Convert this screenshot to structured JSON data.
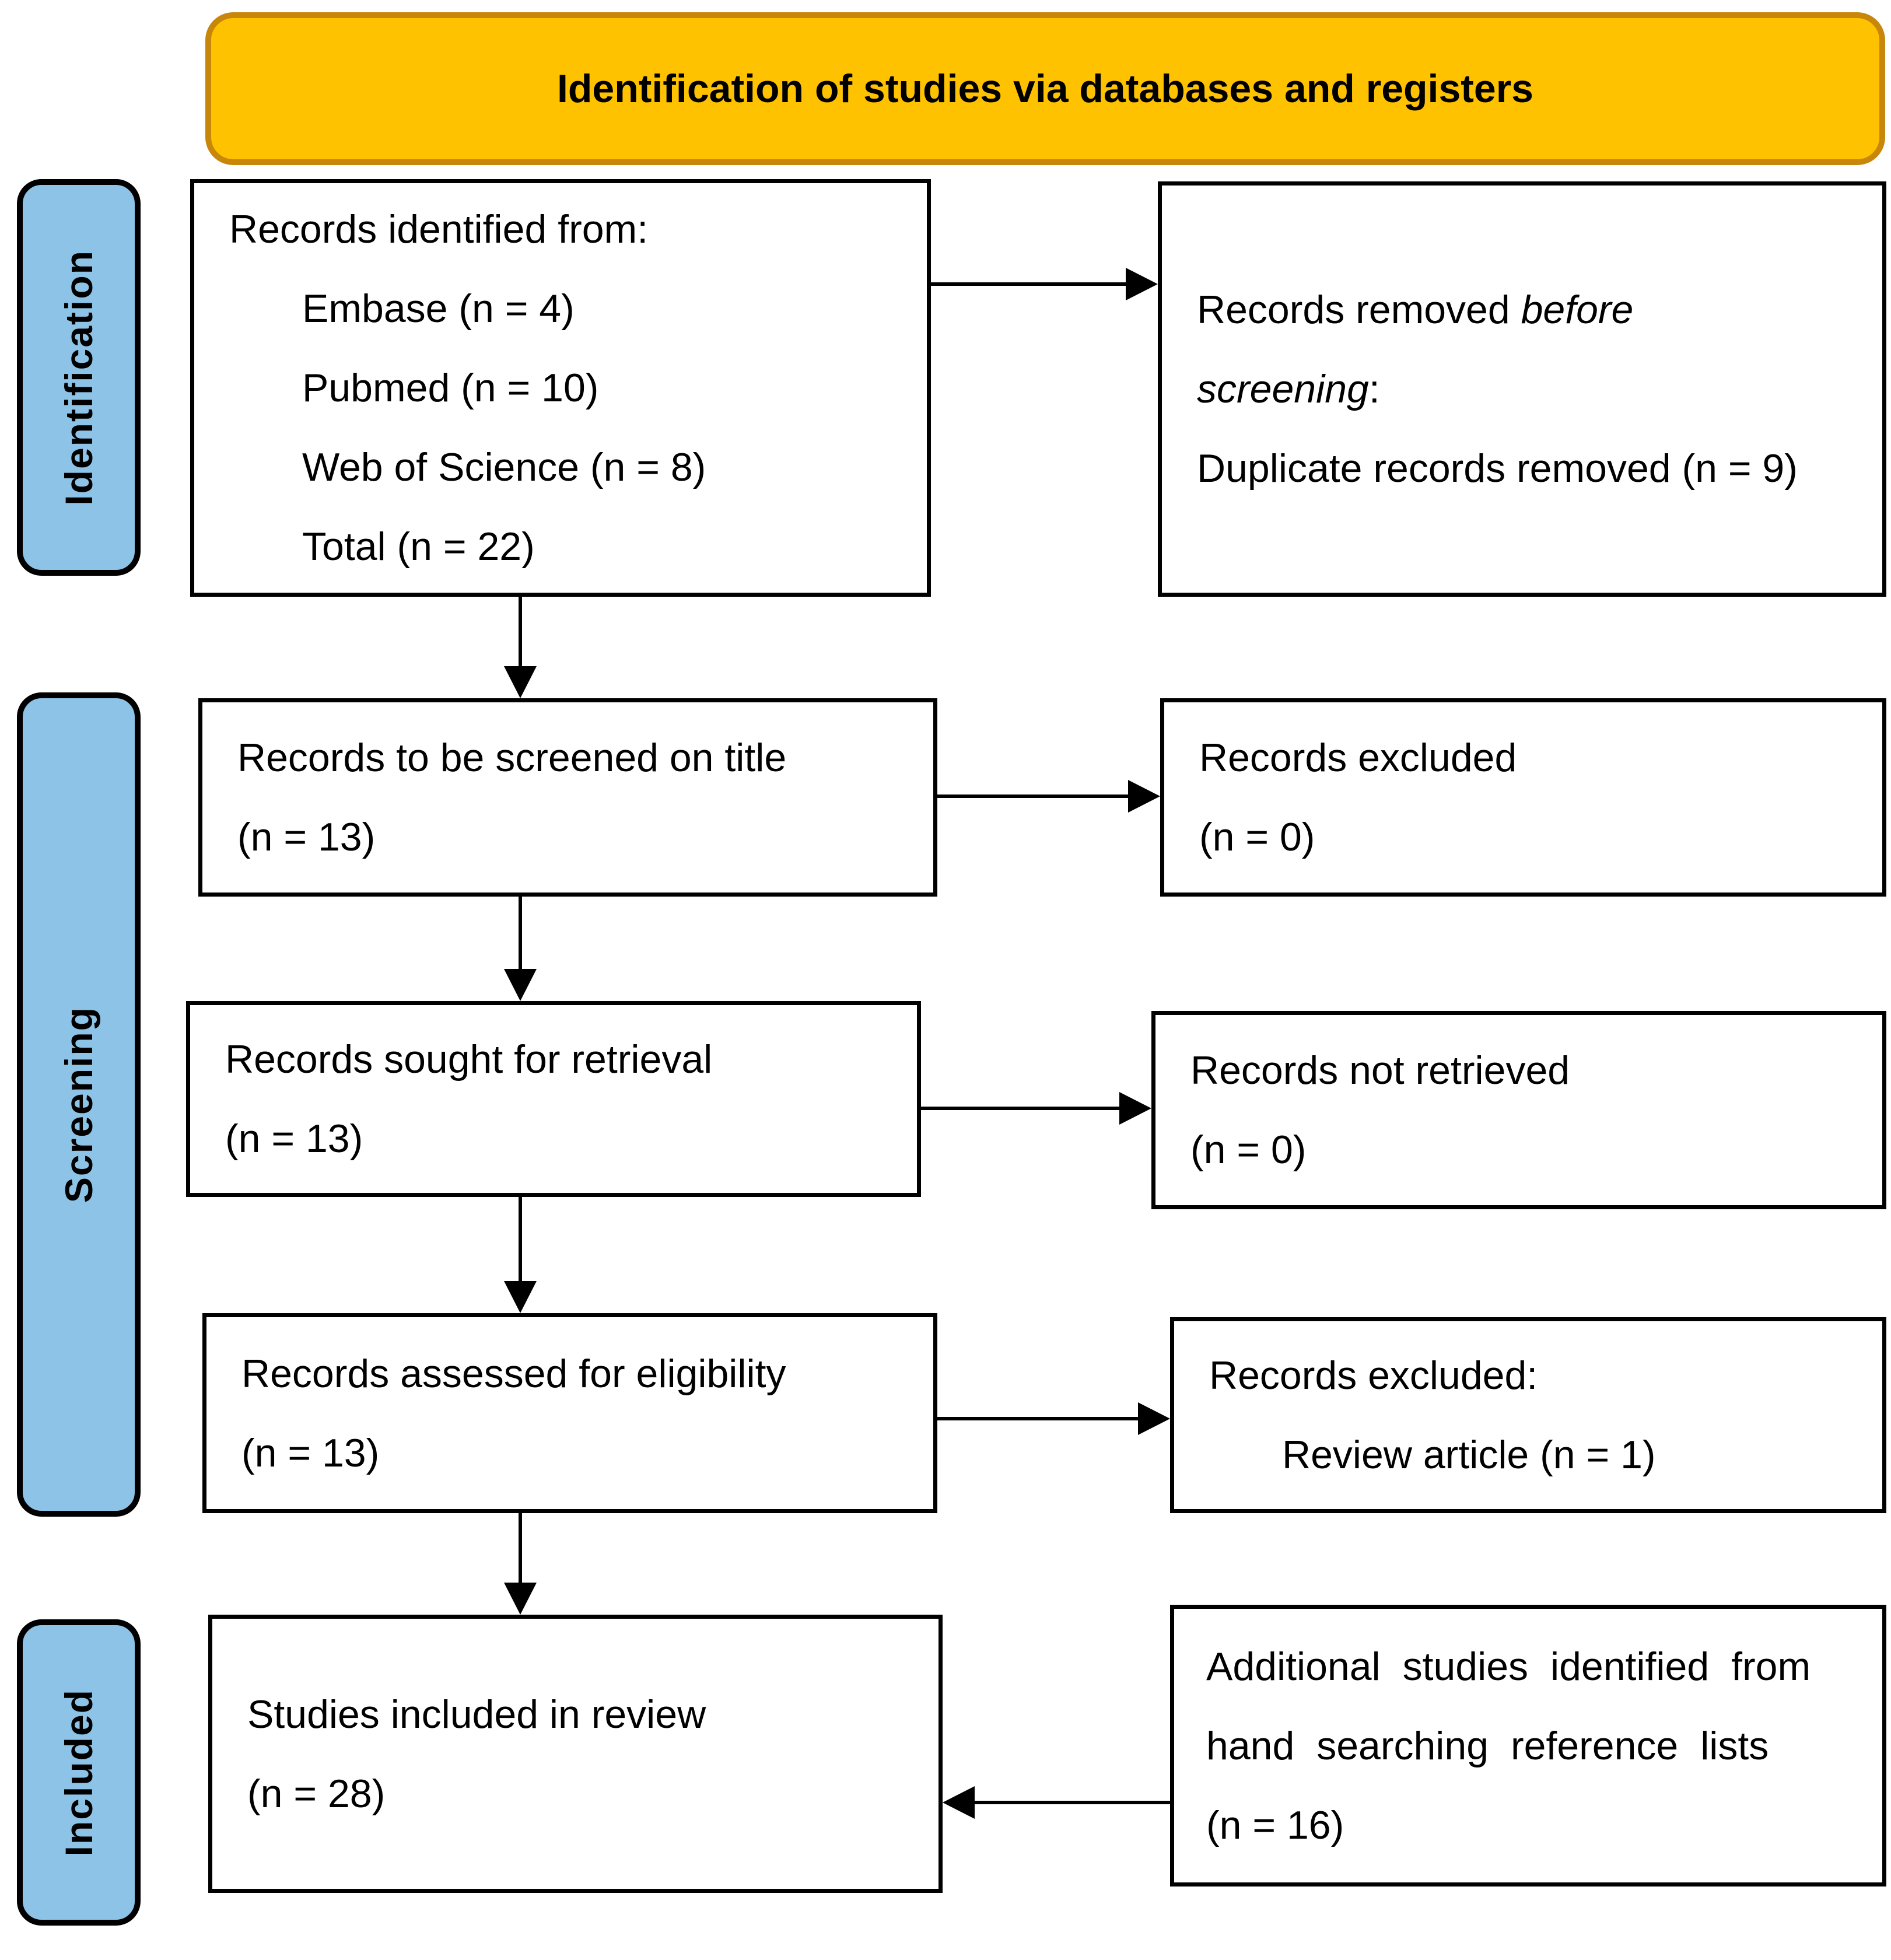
{
  "banner": {
    "title": "Identification of studies via databases and registers"
  },
  "stages": {
    "identification": "Identification",
    "screening": "Screening",
    "included": "Included"
  },
  "boxes": {
    "identified": {
      "title": "Records identified from:",
      "items": [
        "Embase (n = 4)",
        "Pubmed (n = 10)",
        "Web of Science (n = 8)",
        "Total (n = 22)"
      ]
    },
    "removed": {
      "line1_normal": "Records removed ",
      "line1_italic": "before",
      "line2_italic": "screening",
      "line2_colon": ":",
      "line3": "Duplicate records removed (n = 9)"
    },
    "screened": {
      "line1": "Records to be screened on title",
      "line2": "(n = 13)"
    },
    "excluded_title": {
      "line1": "Records excluded",
      "line2": "(n = 0)"
    },
    "sought": {
      "line1": "Records sought for retrieval",
      "line2": "(n = 13)"
    },
    "not_retrieved": {
      "line1": "Records not retrieved",
      "line2": "(n = 0)"
    },
    "assessed": {
      "line1": "Records assessed for eligibility",
      "line2": "(n = 13)"
    },
    "excluded_eligibility": {
      "line1": "Records excluded:",
      "line2": "Review article (n = 1)"
    },
    "included": {
      "line1": "Studies included in review",
      "line2": "(n = 28)"
    },
    "additional": {
      "line1": "Additional studies identified from",
      "line2": "hand searching reference lists",
      "line3": "(n = 16)"
    }
  },
  "colors": {
    "banner_fill": "#FFC200",
    "banner_border": "#C8860A",
    "stage_fill": "#8DC3E6",
    "stage_border": "#000000"
  }
}
